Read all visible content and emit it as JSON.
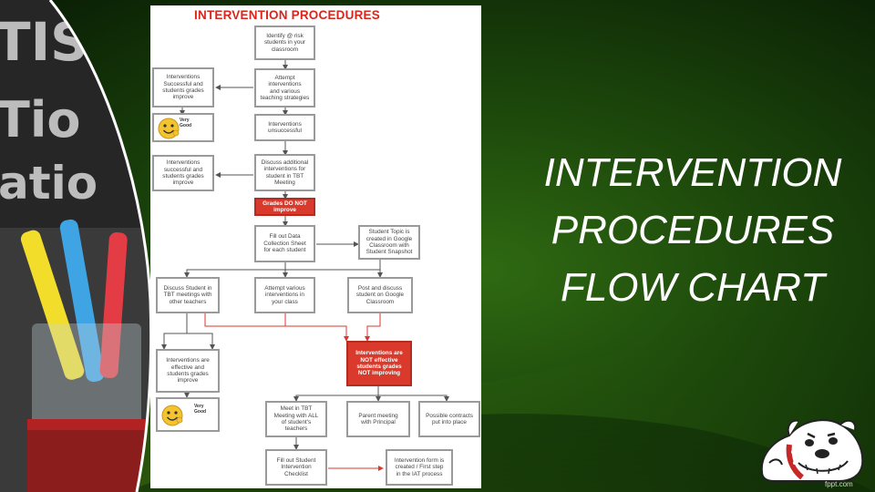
{
  "slide": {
    "title_lines": [
      "INTERVENTION",
      "PROCEDURES",
      "FLOW CHART"
    ],
    "footer": "fppt.com"
  },
  "flowchart": {
    "title": "INTERVENTION PROCEDURES",
    "boxes": {
      "identify": "Identify @ risk\nstudents in your\nclassroom",
      "successful_top": "Interventions\nSuccessful and\nstudents grades\nimprove",
      "attempt_top": "Attempt interventions\nand various\nteaching strategies",
      "unsuccessful": "Interventions\nunsuccessful",
      "successful_mid": "Interventions\nsuccessful and\nstudents grades\nimprove",
      "discuss_additional": "Discuss additional\ninterventions for\nstudent in TBT\nMeeting",
      "grades_not_improve": "Grades DO NOT\nimprove",
      "fill_data": "Fill out Data\nCollection Sheet\nfor each student",
      "student_topic": "Student Topic is\ncreated in Google\nClassroom with\nStudent Snapshot",
      "discuss_tbt": "Discuss Student in\nTBT meetings with\nother teachers",
      "attempt_class": "Attempt various\ninterventions in\nyour class",
      "post_discuss": "Post and discuss\nstudent on Google\nClassroom",
      "effective": "Interventions are\neffective and\nstudents grades\nimprove",
      "not_effective": "Interventions are\nNOT effective\nstudents grades\nNOT improving",
      "meet_tbt": "Meet in TBT\nMeeting with ALL\nof student's\nteachers",
      "parent_meeting": "Parent meeting\nwith Principal",
      "contracts": "Possible contracts\nput into place",
      "fill_checklist": "Fill out Student\nIntervention\nChecklist",
      "intervention_form": "Intervention form is\ncreated / First step\nin the IAT process"
    },
    "smileys": {
      "top": "Very\nGood",
      "bottom": "Very\nGood"
    }
  },
  "colors": {
    "accent_red": "#d9261c",
    "flow_red_box": "#d93a2b",
    "background_green": "#1c4a0c",
    "title_white": "#ffffff"
  },
  "icons": [
    "smiley-icon",
    "bulldog-mascot-icon"
  ]
}
